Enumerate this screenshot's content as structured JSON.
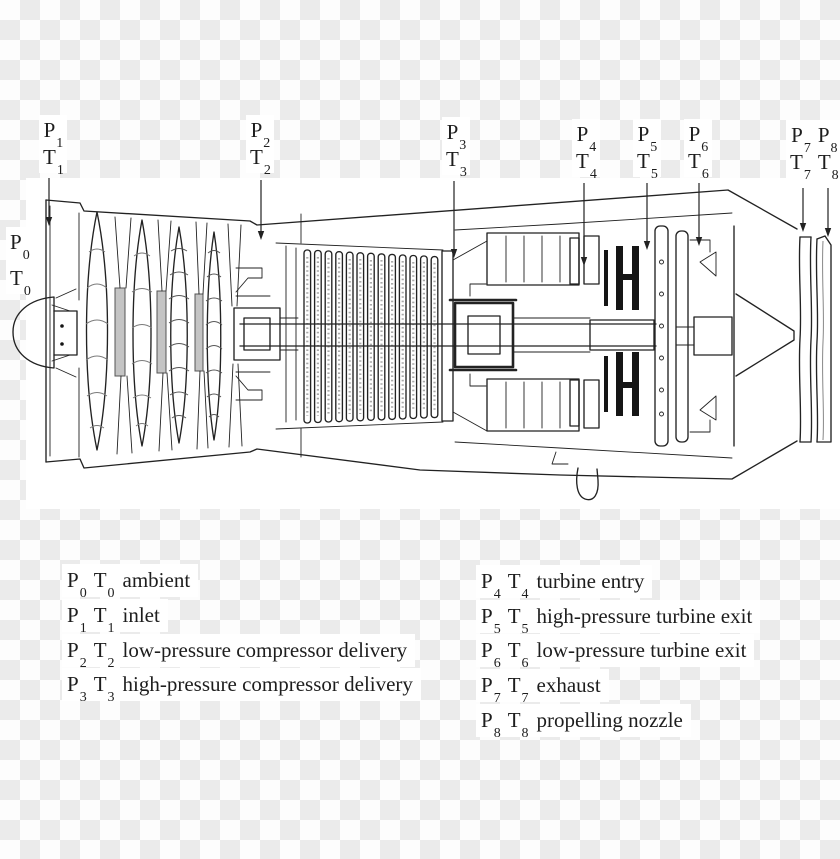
{
  "colors": {
    "ink": "#222222",
    "hatch": "#7a7a7a",
    "text": "#1d1d1d",
    "paper": "#ffffff",
    "checker_light": "#fdfdfd",
    "checker_dark": "#ebebeb",
    "turbine_fill": "#151515",
    "stator_fill": "#c4c4c4"
  },
  "stations": [
    {
      "p": "P",
      "p_sub": "0",
      "t": "T",
      "t_sub": "0"
    },
    {
      "p": "P",
      "p_sub": "1",
      "t": "T",
      "t_sub": "1"
    },
    {
      "p": "P",
      "p_sub": "2",
      "t": "T",
      "t_sub": "2"
    },
    {
      "p": "P",
      "p_sub": "3",
      "t": "T",
      "t_sub": "3"
    },
    {
      "p": "P",
      "p_sub": "4",
      "t": "T",
      "t_sub": "4"
    },
    {
      "p": "P",
      "p_sub": "5",
      "t": "T",
      "t_sub": "5"
    },
    {
      "p": "P",
      "p_sub": "6",
      "t": "T",
      "t_sub": "6"
    },
    {
      "p": "P",
      "p_sub": "7",
      "t": "T",
      "t_sub": "7"
    },
    {
      "p": "P",
      "p_sub": "8",
      "t": "T",
      "t_sub": "8"
    }
  ],
  "legend": {
    "left": [
      {
        "p": "P",
        "p_sub": "0",
        "t": "T",
        "t_sub": "0",
        "label": "ambient"
      },
      {
        "p": "P",
        "p_sub": "1",
        "t": "T",
        "t_sub": "1",
        "label": "inlet"
      },
      {
        "p": "P",
        "p_sub": "2",
        "t": "T",
        "t_sub": "2",
        "label": "low-pressure compressor delivery"
      },
      {
        "p": "P",
        "p_sub": "3",
        "t": "T",
        "t_sub": "3",
        "label": "high-pressure compressor delivery"
      }
    ],
    "right": [
      {
        "p": "P",
        "p_sub": "4",
        "t": "T",
        "t_sub": "4",
        "label": "turbine entry"
      },
      {
        "p": "P",
        "p_sub": "5",
        "t": "T",
        "t_sub": "5",
        "label": "high-pressure turbine exit"
      },
      {
        "p": "P",
        "p_sub": "6",
        "t": "T",
        "t_sub": "6",
        "label": "low-pressure turbine exit"
      },
      {
        "p": "P",
        "p_sub": "7",
        "t": "T",
        "t_sub": "7",
        "label": "exhaust"
      },
      {
        "p": "P",
        "p_sub": "8",
        "t": "T",
        "t_sub": "8",
        "label": "propelling nozzle"
      }
    ]
  }
}
